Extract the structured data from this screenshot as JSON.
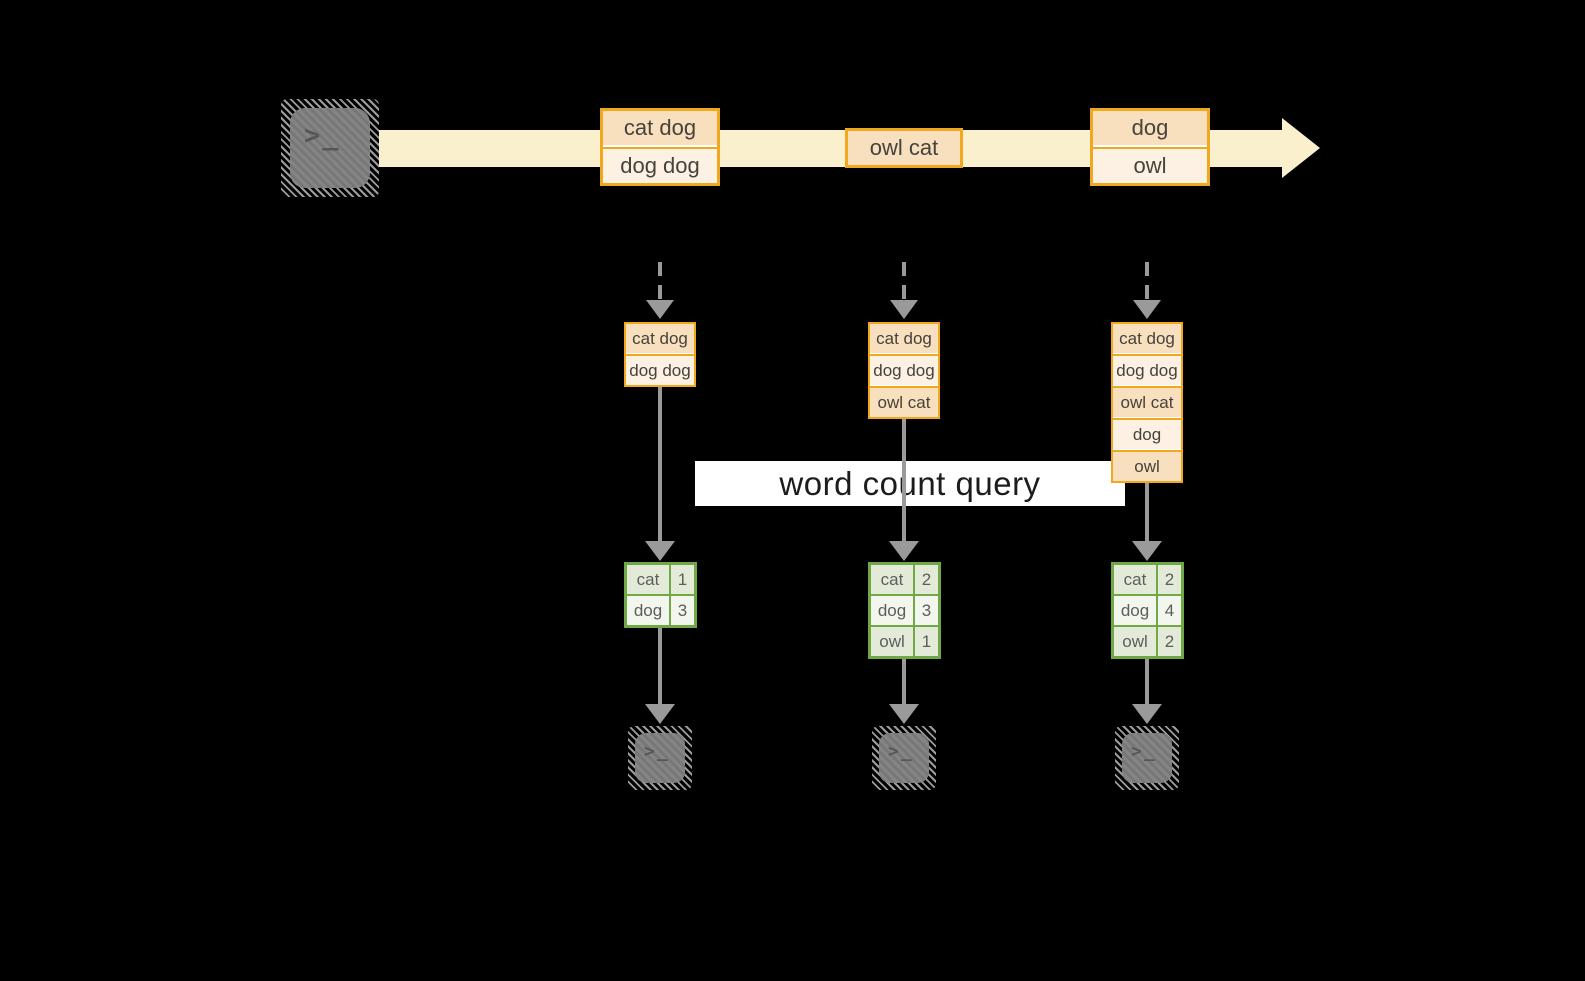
{
  "query_label": "word count query",
  "prompt_glyph": ">_",
  "timeline": {
    "batches": [
      {
        "lines": [
          "cat dog",
          "dog dog"
        ]
      },
      {
        "lines": [
          "owl cat"
        ]
      },
      {
        "lines": [
          "dog",
          "owl"
        ]
      }
    ]
  },
  "columns": [
    {
      "input_rows": [
        "cat dog",
        "dog dog"
      ],
      "result_rows": [
        {
          "word": "cat",
          "count": "1"
        },
        {
          "word": "dog",
          "count": "3"
        }
      ]
    },
    {
      "input_rows": [
        "cat dog",
        "dog dog",
        "owl cat"
      ],
      "result_rows": [
        {
          "word": "cat",
          "count": "2"
        },
        {
          "word": "dog",
          "count": "3"
        },
        {
          "word": "owl",
          "count": "1"
        }
      ]
    },
    {
      "input_rows": [
        "cat dog",
        "dog dog",
        "owl cat",
        "dog",
        "owl"
      ],
      "result_rows": [
        {
          "word": "cat",
          "count": "2"
        },
        {
          "word": "dog",
          "count": "4"
        },
        {
          "word": "owl",
          "count": "2"
        }
      ]
    }
  ],
  "colors": {
    "background": "#000000",
    "stream_band": "#faf0ce",
    "batch_border": "#f0a81e",
    "batch_fill_dark": "#f8dfbd",
    "batch_fill_light": "#fcf1e2",
    "table_border": "#6fa845",
    "table_fill_dark": "#e3ebd8",
    "table_fill_light": "#f2f6ed",
    "arrow_gray": "#9a9a9a",
    "terminal_gray": "#7e7e7e",
    "query_band_bg": "#ffffff"
  }
}
